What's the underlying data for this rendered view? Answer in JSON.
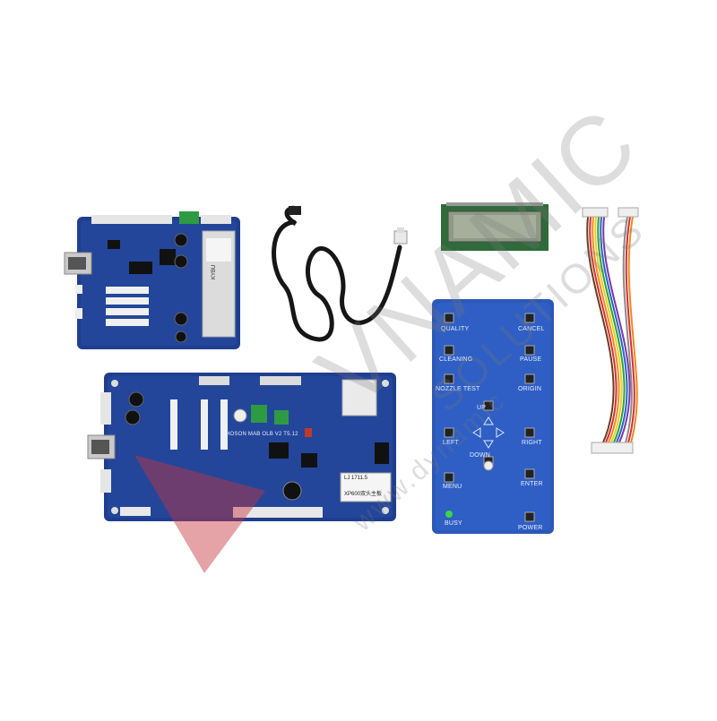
{
  "watermark": {
    "main": "VNAMIC",
    "sub": "SOLUTIONS",
    "url": "www.dynamic"
  },
  "colors": {
    "pcb_blue": "#1f3e8e",
    "pcb_light_blue": "#2c58b8",
    "connector_white": "#e8e8e8",
    "lcd_green": "#2f6b3a",
    "watermark_red": "#c8323c"
  },
  "control_panel": {
    "buttons": {
      "quality": "QUALITY",
      "cancel": "CANCEL",
      "cleaning": "CLEANING",
      "pause": "PAUSE",
      "nozzle_test": "NOZZLE TEST",
      "origin": "ORIGIN",
      "up": "UP",
      "left": "LEFT",
      "right": "RIGHT",
      "down": "DOWN",
      "menu": "MENU",
      "enter": "ENTER",
      "power": "POWER"
    },
    "busy_label": "BUSY"
  },
  "main_board": {
    "silkscreen": "HOSON MAB OLB V2 T5.12",
    "sticker_top": "LJ 1711.5",
    "sticker_bottom": "XP600双头主板",
    "small_label": "KYBU"
  }
}
